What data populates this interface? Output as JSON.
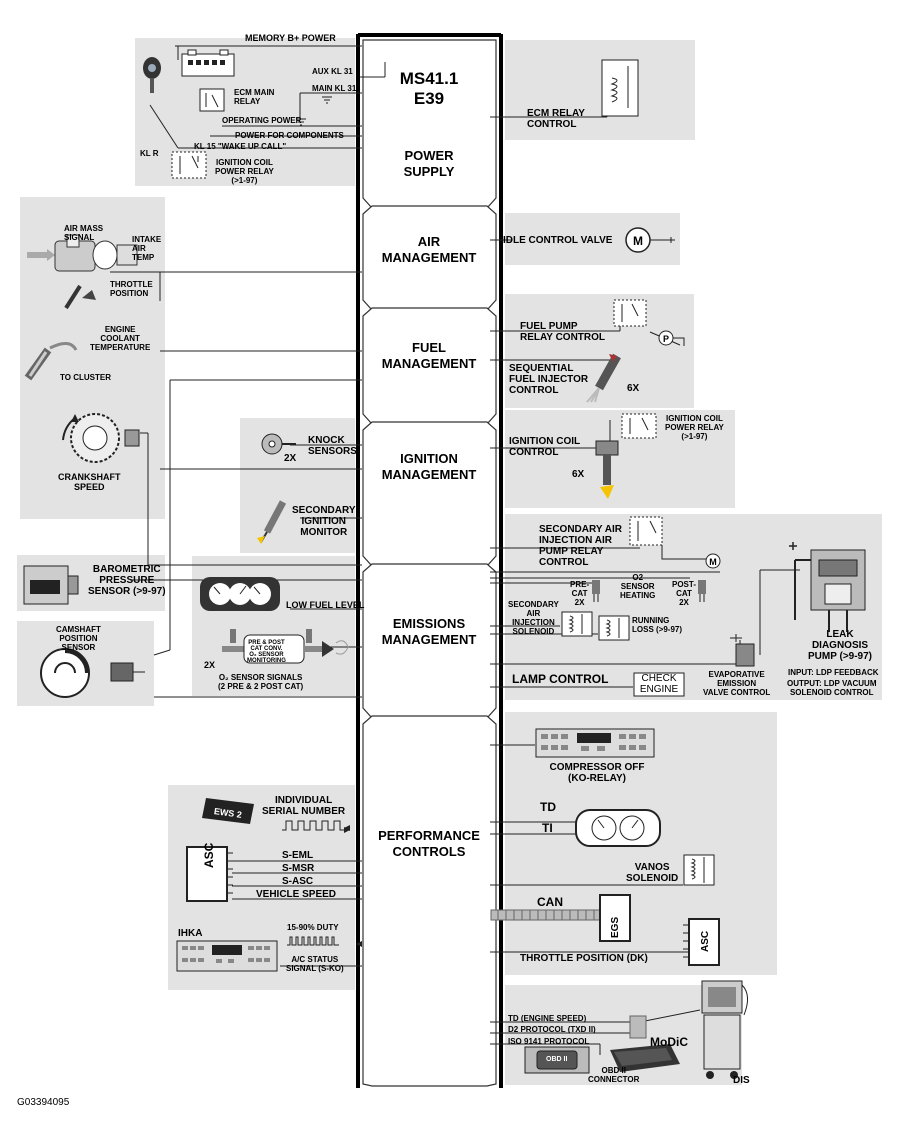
{
  "ecm": {
    "model": "MS41.1",
    "chassis": "E39"
  },
  "sections": {
    "power_supply": "POWER\nSUPPLY",
    "air_management": "AIR\nMANAGEMENT",
    "fuel_management": "FUEL\nMANAGEMENT",
    "ignition_management": "IGNITION\nMANAGEMENT",
    "emissions_management": "EMISSIONS\nMANAGEMENT",
    "performance_controls": "PERFORMANCE\nCONTROLS"
  },
  "power": {
    "memory": "MEMORY B+ POWER",
    "aux_kl31": "AUX KL 31",
    "main_kl31": "MAIN KL 31",
    "ecm_main_relay": "ECM MAIN\nRELAY",
    "operating_power": "OPERATING POWER",
    "power_components": "POWER FOR COMPONENTS",
    "kl15": "KL 15 \"WAKE UP CALL\"",
    "klr": "KL R",
    "ign_coil_relay": "IGNITION COIL\nPOWER RELAY\n(>1-97)",
    "ecm_relay_control": "ECM RELAY\nCONTROL"
  },
  "air": {
    "air_mass": "AIR MASS\nSIGNAL",
    "intake_temp": "INTAKE\nAIR\nTEMP",
    "throttle_position": "THROTTLE\nPOSITION",
    "idle_control_valve": "IDLE CONTROL VALVE"
  },
  "fuel": {
    "coolant": "ENGINE\nCOOLANT\nTEMPERATURE",
    "to_cluster": "TO CLUSTER",
    "fuel_pump_relay": "FUEL PUMP\nRELAY CONTROL",
    "injector": "SEQUENTIAL\nFUEL INJECTOR\nCONTROL",
    "six_x": "6X"
  },
  "ignition": {
    "crankshaft": "CRANKSHAFT\nSPEED",
    "knock": "KNOCK\nSENSORS",
    "two_x": "2X",
    "secondary_monitor": "SECONDARY\nIGNITION\nMONITOR",
    "coil_control": "IGNITION COIL\nCONTROL",
    "coil_relay": "IGNITION COIL\nPOWER RELAY\n(>1-97)",
    "six_x": "6X"
  },
  "emissions": {
    "barometric": "BAROMETRIC\nPRESSURE\nSENSOR (>9-97)",
    "camshaft": "CAMSHAFT\nPOSITION\nSENSOR",
    "low_fuel": "LOW FUEL LEVEL",
    "o2_signals": "O₂ SENSOR SIGNALS\n(2 PRE & 2 POST CAT)",
    "two_x": "2X",
    "cat_monitor": "PRE & POST\nCAT CONV.\nO₂ SENSOR\nMONITORING",
    "sec_air_relay": "SECONDARY AIR\nINJECTION AIR\nPUMP RELAY\nCONTROL",
    "pre_cat": "PRE-\nCAT\n2X",
    "o2_heating": "O2\nSENSOR\nHEATING",
    "post_cat": "POST-\nCAT\n2X",
    "sec_air_solenoid": "SECONDARY\nAIR\nINJECTION\nSOLENOID",
    "running_loss": "RUNNING\nLOSS (>9-97)",
    "lamp_control": "LAMP CONTROL",
    "check_engine": "CHECK\nENGINE",
    "evap": "EVAPORATIVE\nEMISSION\nVALVE CONTROL",
    "ldp": "LEAK\nDIAGNOSIS\nPUMP (>9-97)",
    "ldp_input": "INPUT: LDP FEEDBACK",
    "ldp_output": "OUTPUT: LDP VACUUM\nSOLENOID CONTROL"
  },
  "performance": {
    "serial": "INDIVIDUAL\nSERIAL NUMBER",
    "s_eml": "S-EML",
    "s_msr": "S-MSR",
    "s_asc": "S-ASC",
    "vehicle_speed": "VEHICLE SPEED",
    "asc": "ASC",
    "ihka": "IHKA",
    "duty": "15-90% DUTY",
    "ac_status": "A/C STATUS\nSIGNAL  (S-KO)",
    "compressor": "COMPRESSOR OFF\n(KO-RELAY)",
    "td": "TD",
    "ti": "TI",
    "vanos": "VANOS\nSOLENOID",
    "can": "CAN",
    "egs": "EGS",
    "throttle_dk": "THROTTLE POSITION (DK)",
    "asc_right": "ASC"
  },
  "diagnostics": {
    "td_engine": "TD (ENGINE SPEED)",
    "d2": "D2 PROTOCOL (TXD II)",
    "iso": "ISO 9141 PROTOCOL",
    "obd": "OBD II\nCONNECTOR",
    "obd_plug": "OBD II",
    "modic": "MoDiC",
    "dis": "DIS"
  },
  "figure_id": "G03394095"
}
